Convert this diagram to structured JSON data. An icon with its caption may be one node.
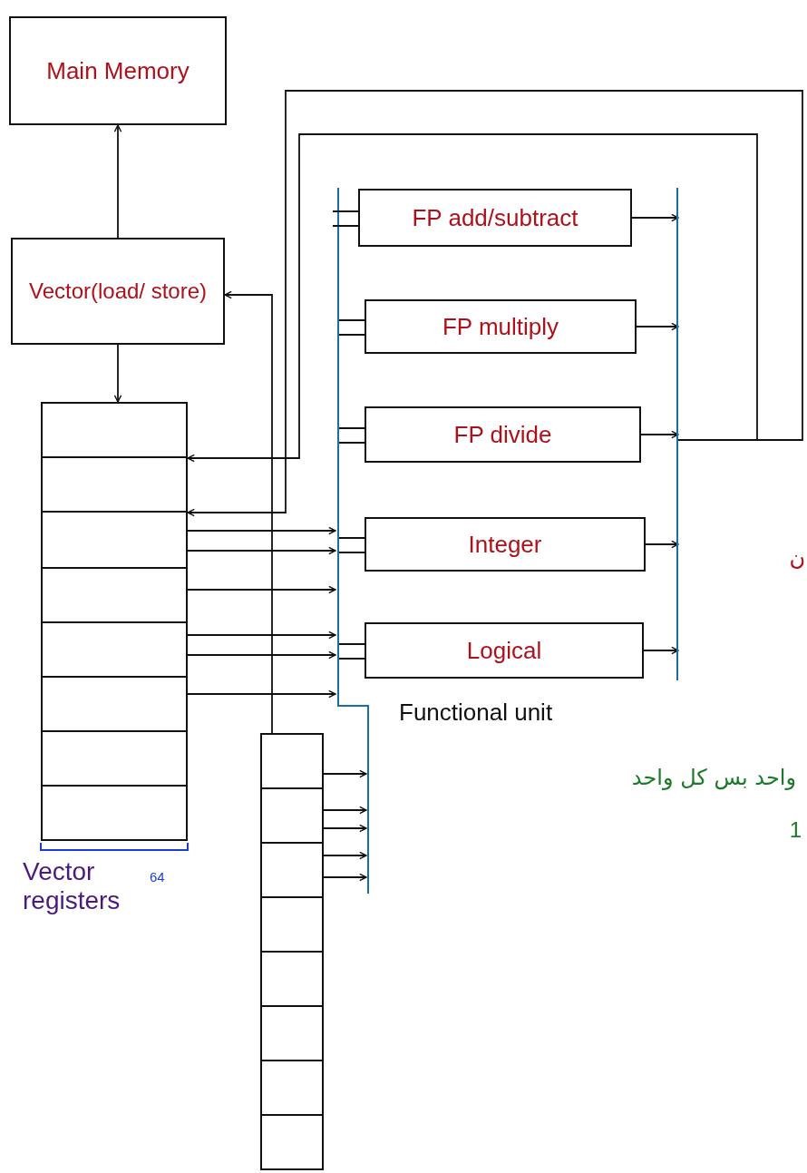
{
  "diagram": {
    "nodes": [
      {
        "text": [
          "Main Memory"
        ]
      },
      {
        "text": [
          "Vector(load/ store)"
        ]
      },
      {
        "text": [
          "Vector registers"
        ]
      },
      {
        "text": [
          "Functional unit"
        ]
      },
      {
        "text": [
          "FP add/subtract"
        ],
        "in": 3
      },
      {
        "text": [
          "FP multiply"
        ],
        "in": 3
      },
      {
        "text": [
          "FP divide"
        ],
        "in": 3
      },
      {
        "text": [
          "Integer"
        ],
        "in": 3
      },
      {
        "text": [
          "Logical"
        ],
        "in": 3
      },
      {
        "text": [],
        "shape": "box"
      }
    ],
    "edges": [
      {
        "from": 1,
        "to": 0,
        "arrow": "to"
      },
      {
        "from": 1,
        "to": 2,
        "arrow": "to"
      },
      {
        "from": 2,
        "to": 3,
        "arrow": "to"
      },
      {
        "from": 2,
        "to": 3,
        "arrow": "to"
      },
      {
        "from": 2,
        "to": 3,
        "arrow": "to"
      },
      {
        "from": 2,
        "to": 3,
        "arrow": "to"
      },
      {
        "from": 2,
        "to": 3,
        "arrow": "to"
      },
      {
        "from": 2,
        "to": 3,
        "arrow": "to"
      },
      {
        "from": 9,
        "to": 3,
        "arrow": "to"
      },
      {
        "from": 9,
        "to": 3,
        "arrow": "to"
      },
      {
        "from": 9,
        "to": 3,
        "arrow": "to"
      },
      {
        "from": 9,
        "to": 3,
        "arrow": "to"
      },
      {
        "from": 9,
        "to": 3,
        "arrow": "to"
      },
      {
        "from": 4,
        "to": 3,
        "arrow": "to"
      },
      {
        "from": 5,
        "to": 3,
        "arrow": "to"
      },
      {
        "from": 6,
        "to": 3,
        "arrow": "to"
      },
      {
        "from": 7,
        "to": 3,
        "arrow": "to"
      },
      {
        "from": 8,
        "to": 3,
        "arrow": "to"
      },
      {
        "from": 3,
        "to": 2,
        "arrow": "to"
      },
      {
        "from": 3,
        "to": 2,
        "arrow": "to"
      },
      {
        "from": 9,
        "to": 1,
        "arrow": "to"
      }
    ],
    "labels": [
      "64",
      "واحد بس كل واحد",
      "1",
      "ن"
    ]
  }
}
